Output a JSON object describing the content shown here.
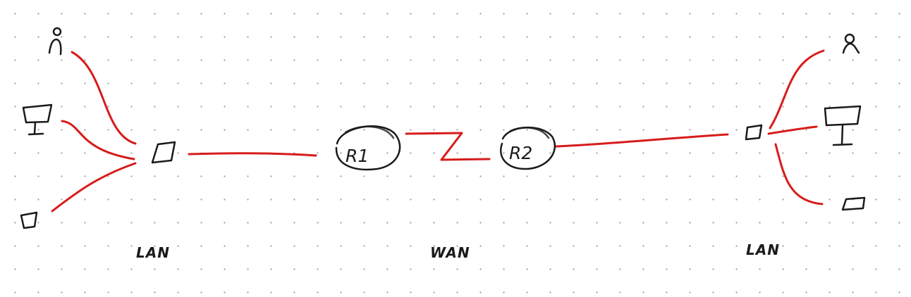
{
  "colors": {
    "ink": "#1a1a1a",
    "link": "#d81b1b",
    "background": "#ffffff",
    "grid": "#9a9a9a"
  },
  "routers": {
    "r1": "R1",
    "r2": "R2"
  },
  "segments": {
    "left_lan": "LAN",
    "wan": "WAN",
    "right_lan": "LAN"
  },
  "icons": [
    "person-icon",
    "monitor-icon",
    "device-square-icon",
    "switch-icon",
    "router-icon"
  ]
}
